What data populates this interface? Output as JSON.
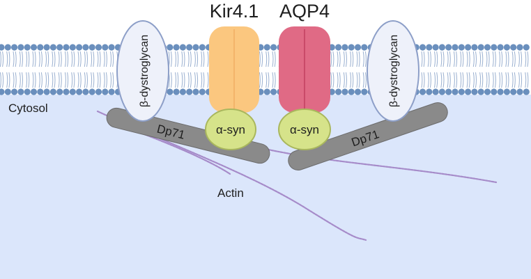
{
  "labels": {
    "kir": "Kir4.1",
    "aqp": "AQP4",
    "cytosol": "Cytosol",
    "bdg_left": "β-dystroglycan",
    "bdg_right": "β-dystroglycan",
    "dp71_left": "Dp71",
    "dp71_right": "Dp71",
    "asyn_left": "α-syn",
    "asyn_right": "α-syn",
    "actin": "Actin"
  },
  "colors": {
    "cytosol": "#dbe6fb",
    "lipid_head": "#6a8fbd",
    "lipid_tail": "#9ab0d0",
    "dystroglycan_fill": "#eef1fa",
    "dystroglycan_stroke": "#8d9fc8",
    "kir_fill": "#fbc77f",
    "kir_stripe": "#f3b46a",
    "aqp_fill": "#e06a85",
    "aqp_stripe": "#c94a69",
    "dp71_fill": "#8a8a8a",
    "dp71_stroke": "#6b6b6b",
    "asyn_fill": "#d6e38a",
    "asyn_stroke": "#a9b75d",
    "actin": "#a68bc9"
  }
}
